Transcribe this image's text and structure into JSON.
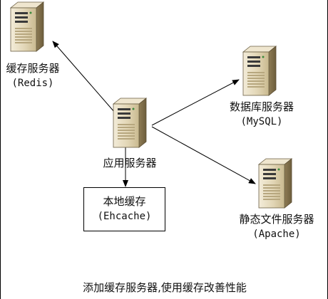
{
  "servers": {
    "cache_server": {
      "title": "缓存服务器",
      "subtitle": "(Redis)"
    },
    "db_server": {
      "title": "数据库服务器",
      "subtitle": "(MySQL)"
    },
    "app_server": {
      "title": "应用服务器"
    },
    "file_server": {
      "title": "静态文件服务器",
      "subtitle": "(Apache)"
    }
  },
  "local_cache": {
    "title": "本地缓存",
    "subtitle": "(Ehcache)"
  },
  "caption": "添加缓存服务器,使用缓存改善性能",
  "icons": {
    "cache_server": "server-tower-icon",
    "db_server": "server-tower-icon",
    "app_server": "server-tower-icon",
    "file_server": "server-tower-icon"
  }
}
